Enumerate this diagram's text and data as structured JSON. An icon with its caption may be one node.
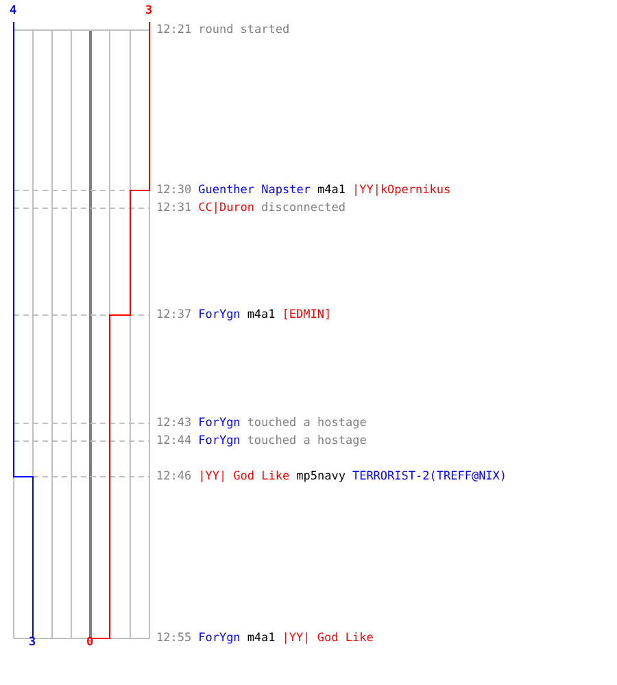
{
  "diagram": {
    "labels": [
      "4",
      "3",
      "12:21",
      "round started",
      "12:30",
      "Guenther Napster",
      "m4a1",
      "|YY|kOpernikus",
      "12:31",
      "CC|Duron",
      "disconnected",
      "12:37",
      "ForYgn",
      "m4a1",
      "[EDMIN]",
      "12:43",
      "ForYgn",
      "touched a hostage",
      "12:44",
      "ForYgn",
      "touched a hostage",
      "12:46",
      "|YY| God Like",
      "mp5navy",
      "TERRORIST-2(TREFF@NIX)",
      "3",
      "0",
      "12:55",
      "ForYgn",
      "m4a1",
      "|YY| God Like"
    ]
  }
}
